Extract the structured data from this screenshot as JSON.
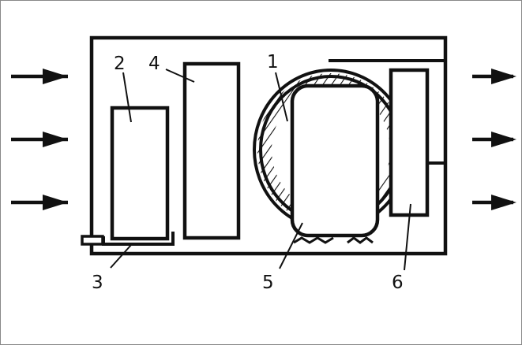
{
  "labels": {
    "l1": "1",
    "l2": "2",
    "l3": "3",
    "l4": "4",
    "l5": "5",
    "l6": "6"
  },
  "colors": {
    "stroke": "#111111",
    "background": "#ffffff",
    "frame": "#888888"
  }
}
